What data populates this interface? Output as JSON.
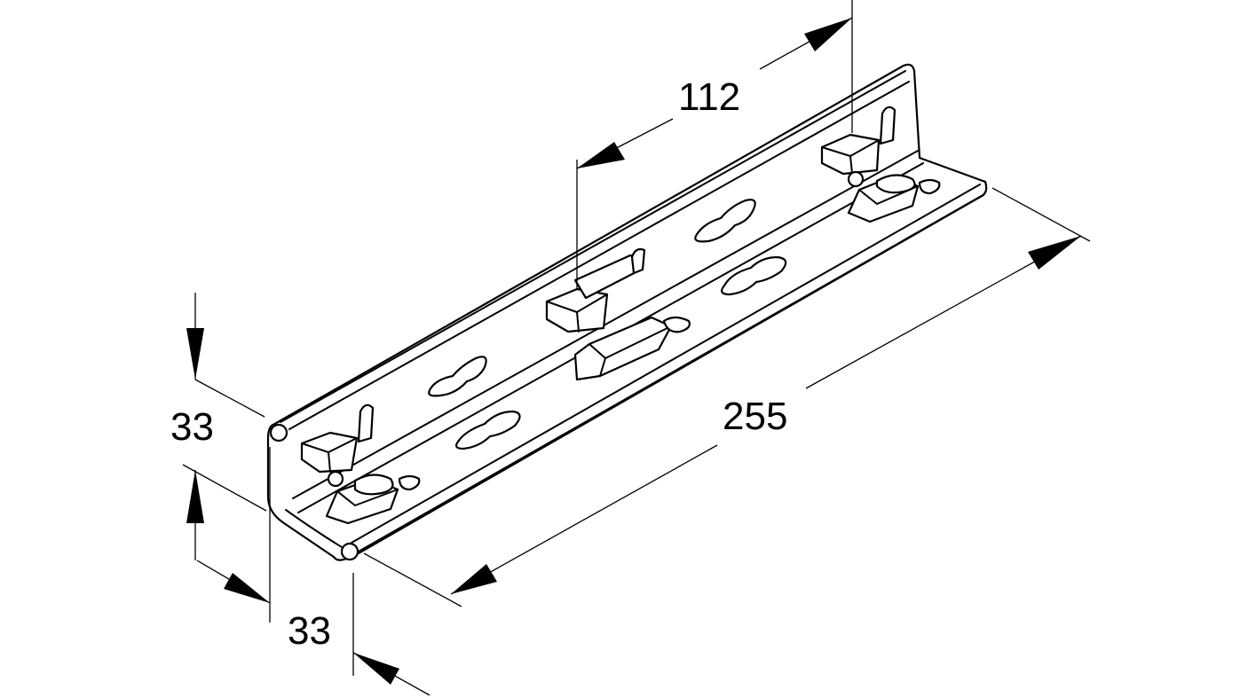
{
  "dimensions": {
    "length": "255",
    "spacing": "112",
    "height": "33",
    "width": "33"
  },
  "colors": {
    "line": "#000000",
    "background": "#ffffff"
  }
}
